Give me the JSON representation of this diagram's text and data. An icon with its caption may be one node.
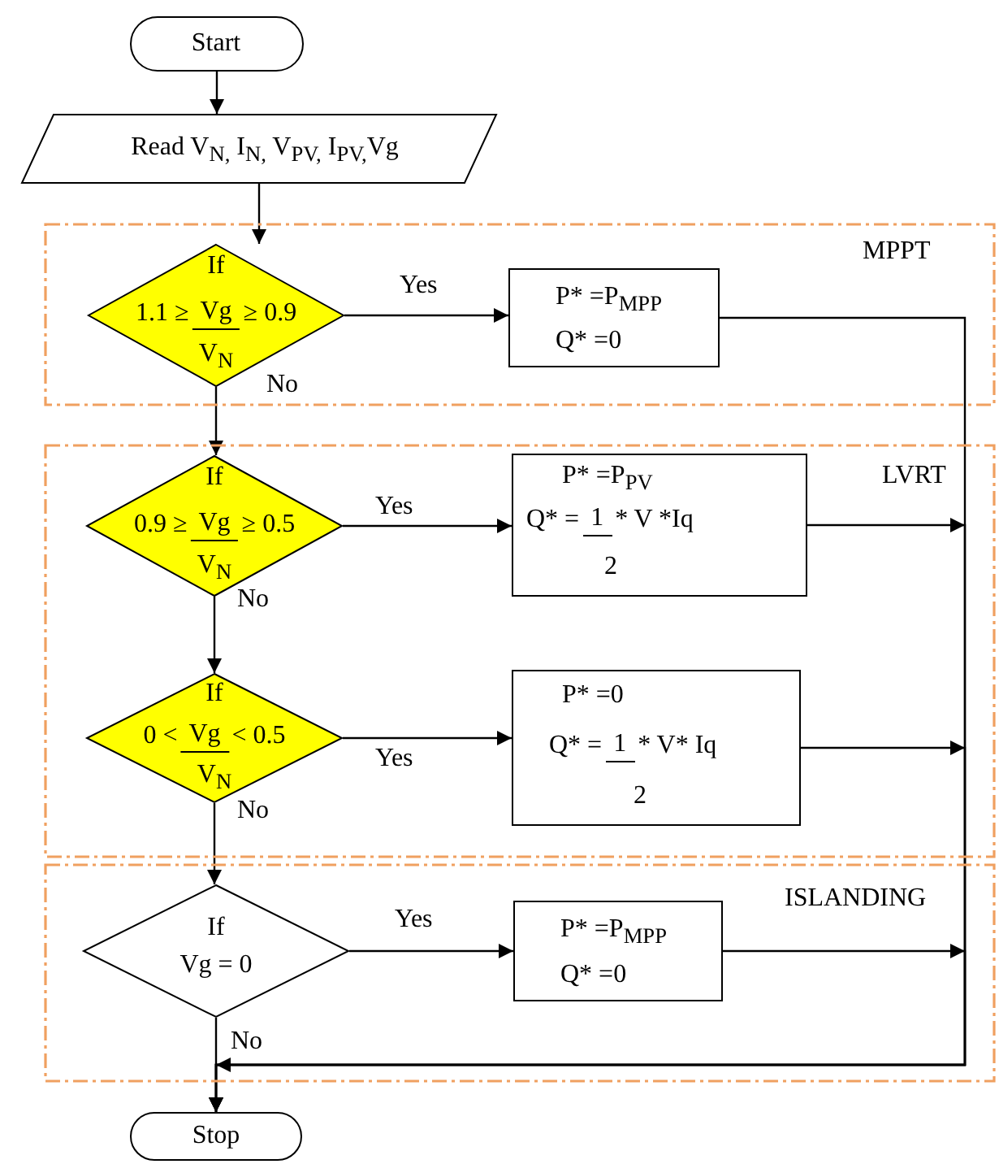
{
  "diagram": {
    "nodes": [
      {
        "text": [
          "Start"
        ]
      },
      {
        "text": [
          "Read V$_{N,}$ I$_{N,}$ V$_{PV,}$ I$_{PV,}$Vg"
        ]
      },
      {
        "text": [
          "MPPT"
        ]
      },
      {
        "text": [
          "If",
          "1.1 ≥",
          "Vg",
          "≥ 0.9",
          "V$_{N}$"
        ],
        "in": 2
      },
      {
        "text": [
          "P* =P$_{MPP}$",
          "Q* =0"
        ],
        "in": 2
      },
      {
        "text": [
          "LVRT"
        ]
      },
      {
        "text": [
          "If",
          "0.9 ≥",
          "Vg",
          "≥ 0.5",
          "V$_{N}$"
        ],
        "in": 5
      },
      {
        "text": [
          "P* =P$_{PV}$",
          "Q* =",
          "1",
          "* V *Iq",
          "2"
        ],
        "in": 5
      },
      {
        "text": [
          "If",
          "0 <",
          "Vg",
          "< 0.5",
          "V$_{N}$"
        ],
        "in": 5
      },
      {
        "text": [
          "P* =0",
          "Q* =",
          "1",
          "* V* Iq",
          "2"
        ],
        "in": 5
      },
      {
        "text": [
          "ISLANDING"
        ]
      },
      {
        "text": [
          "If",
          "Vg = 0"
        ],
        "in": 10
      },
      {
        "text": [
          "P* =P$_{MPP}$",
          "Q* =0"
        ],
        "in": 10
      },
      {
        "text": [
          "Stop"
        ]
      }
    ],
    "edges": [
      {
        "from": 0,
        "to": 1,
        "arrow": "to"
      },
      {
        "from": 1,
        "to": 3,
        "arrow": "to"
      },
      {
        "from": 3,
        "to": 4,
        "arrow": "to",
        "label": "Yes"
      },
      {
        "from": 3,
        "to": 6,
        "arrow": "to",
        "label": "No"
      },
      {
        "from": 6,
        "to": 7,
        "arrow": "to",
        "label": "Yes"
      },
      {
        "from": 6,
        "to": 8,
        "arrow": "to",
        "label": "No"
      },
      {
        "from": 8,
        "to": 9,
        "arrow": "to",
        "label": "Yes"
      },
      {
        "from": 8,
        "to": 11,
        "arrow": "to",
        "label": "No"
      },
      {
        "from": 11,
        "to": 12,
        "arrow": "to",
        "label": "Yes"
      },
      {
        "from": 11,
        "to": 13,
        "arrow": "to",
        "label": "No"
      },
      {
        "from": 4,
        "to": 13,
        "arrow": "to"
      },
      {
        "from": 7,
        "to": 13,
        "arrow": "to"
      },
      {
        "from": 9,
        "to": 13,
        "arrow": "to"
      },
      {
        "from": 12,
        "to": 13,
        "arrow": "to"
      }
    ]
  }
}
